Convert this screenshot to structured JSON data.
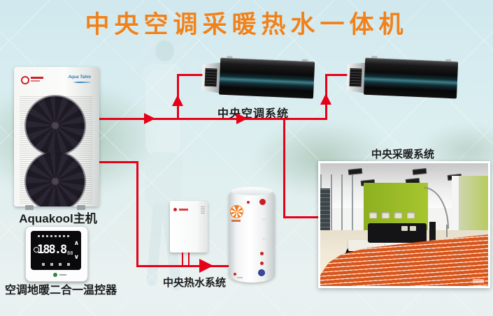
{
  "title": "中央空调采暖热水一体机",
  "colors": {
    "title_orange": "#f0821c",
    "pipe_red": "#e60018",
    "label_dark": "#1c1c1c",
    "green_wall": "#9ab92a",
    "floor_heating_orange": "#d7561c"
  },
  "main_unit": {
    "label": "Aquakool主机",
    "logo_text": "Aqua Tahm"
  },
  "thermostat": {
    "label": "空调地暖二合一温控器",
    "display_main": "188.8",
    "display_sub": "88",
    "up_icon": "∧",
    "down_icon": "∨"
  },
  "systems": {
    "air_conditioning": {
      "label": "中央空调系统"
    },
    "heating": {
      "label": "中央采暖系统"
    },
    "hot_water": {
      "label": "中央热水系统"
    }
  }
}
